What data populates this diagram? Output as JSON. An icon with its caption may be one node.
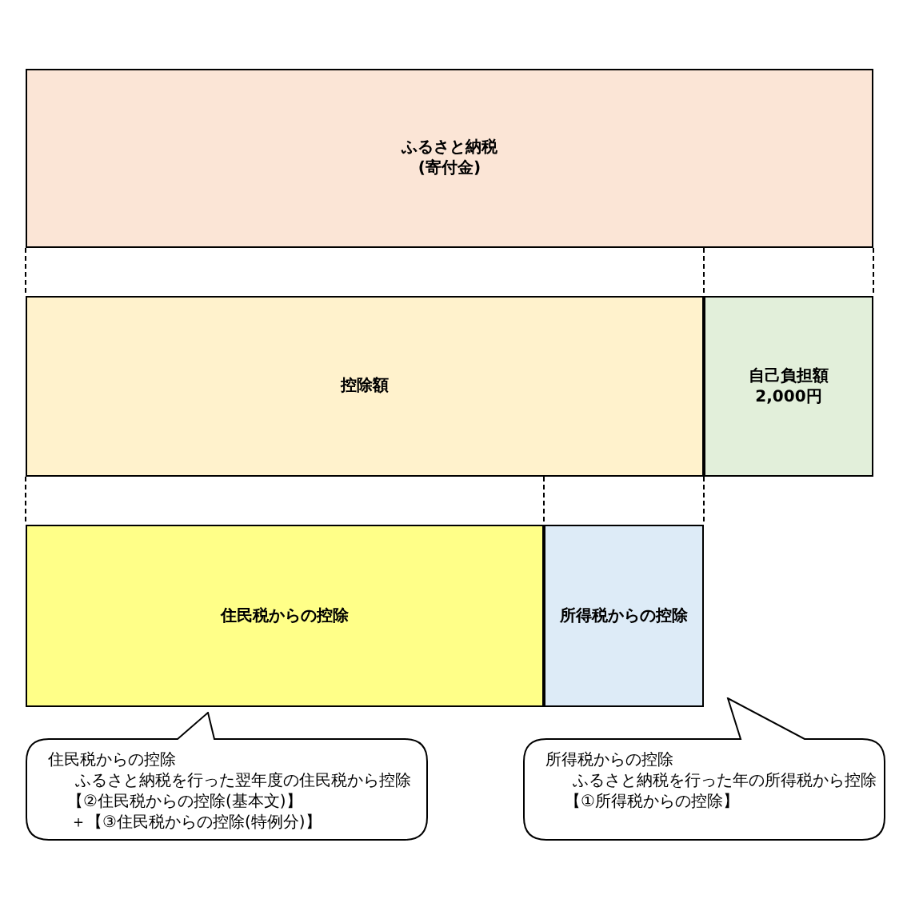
{
  "diagram": {
    "nodes": [
      {
        "text": [
          "ふるさと納税",
          "(寄付金)"
        ]
      },
      {
        "text": [
          "控除額"
        ]
      },
      {
        "text": [
          "自己負担額",
          "2,000円"
        ]
      },
      {
        "text": [
          "住民税からの控除"
        ]
      },
      {
        "text": [
          "所得税からの控除"
        ]
      },
      {
        "text": [
          "住民税からの控除",
          "ふるさと納税を行った翌年度の住民税から控除",
          "【②住民税からの控除(基本文)】",
          "＋【③住民税からの控除(特例分)】"
        ]
      },
      {
        "text": [
          "所得税からの控除",
          "ふるさと納税を行った年の所得税から控除",
          "【①所得税からの控除】"
        ]
      }
    ],
    "edges": [
      {
        "from": 0,
        "to": 1,
        "arrow": "none",
        "style": "dashed"
      },
      {
        "from": 0,
        "to": 2,
        "arrow": "none",
        "style": "dashed"
      },
      {
        "from": 0,
        "to": 2,
        "arrow": "none",
        "style": "dashed"
      },
      {
        "from": 1,
        "to": 3,
        "arrow": "none",
        "style": "dashed"
      },
      {
        "from": 1,
        "to": 4,
        "arrow": "none",
        "style": "dashed"
      },
      {
        "from": 2,
        "to": 4,
        "arrow": "none",
        "style": "dashed"
      }
    ]
  }
}
